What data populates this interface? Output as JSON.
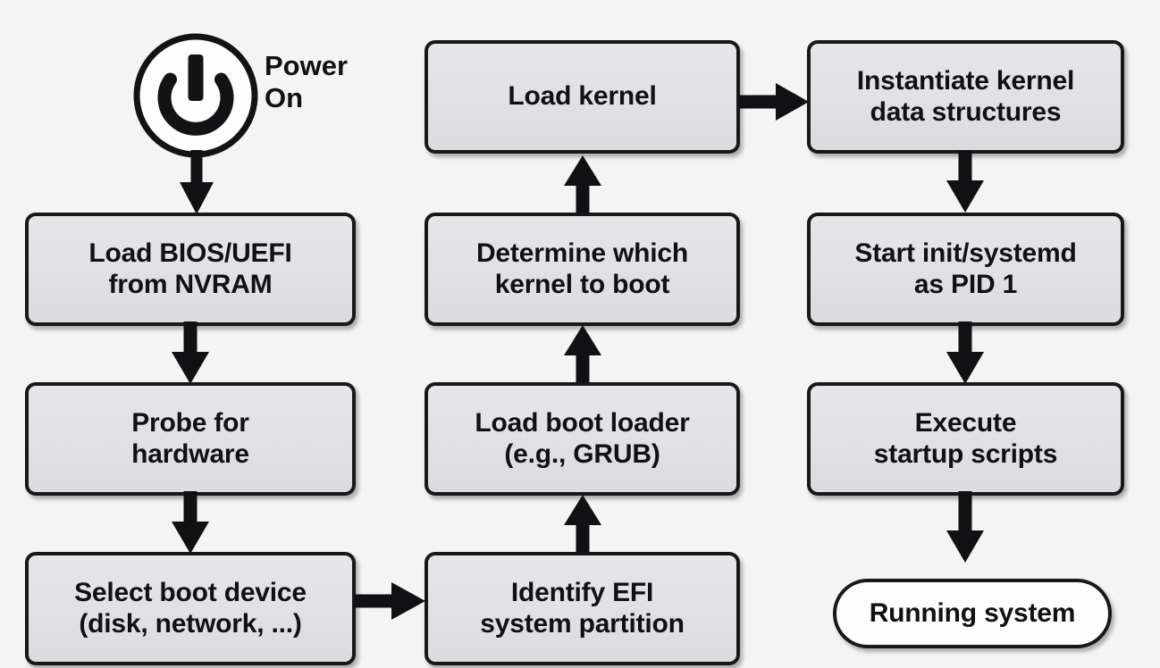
{
  "diagram": {
    "title": "Linux boot process flowchart",
    "background_color": "#f4f4f4",
    "box_fill_color": "#e2e2e4",
    "box_border_color": "#18181a",
    "terminal_fill_color": "#fdfdfd",
    "arrow_color": "#111113"
  },
  "start": {
    "icon": "power-icon",
    "label_line1": "Power",
    "label_line2": "On"
  },
  "columns": [
    {
      "name": "firmware-column",
      "nodes": [
        {
          "id": "load-bios",
          "line1": "Load BIOS/UEFI",
          "line2": "from NVRAM",
          "shape": "process"
        },
        {
          "id": "probe-hardware",
          "line1": "Probe for",
          "line2": "hardware",
          "shape": "process"
        },
        {
          "id": "select-boot-device",
          "line1": "Select boot device",
          "line2": "(disk, network, ...)",
          "shape": "process"
        }
      ]
    },
    {
      "name": "bootloader-column",
      "nodes": [
        {
          "id": "load-kernel",
          "line1": "Load kernel",
          "line2": "",
          "shape": "process"
        },
        {
          "id": "determine-kernel",
          "line1": "Determine which",
          "line2": "kernel to boot",
          "shape": "process"
        },
        {
          "id": "load-boot-loader",
          "line1": "Load boot loader",
          "line2": "(e.g., GRUB)",
          "shape": "process"
        },
        {
          "id": "identify-efi",
          "line1": "Identify EFI",
          "line2": "system partition",
          "shape": "process"
        }
      ]
    },
    {
      "name": "kernel-init-column",
      "nodes": [
        {
          "id": "instantiate-kernel-structures",
          "line1": "Instantiate kernel",
          "line2": "data structures",
          "shape": "process"
        },
        {
          "id": "start-init",
          "line1_pre": "Start ",
          "line1_strong": "init/systemd",
          "line2": "as PID 1",
          "shape": "process"
        },
        {
          "id": "execute-startup-scripts",
          "line1": "Execute",
          "line2": "startup scripts",
          "shape": "process"
        },
        {
          "id": "running-system",
          "line1": "Running system",
          "line2": "",
          "shape": "terminal"
        }
      ]
    }
  ],
  "edges": [
    {
      "from": "power-on",
      "to": "load-bios",
      "direction": "down"
    },
    {
      "from": "load-bios",
      "to": "probe-hardware",
      "direction": "down"
    },
    {
      "from": "probe-hardware",
      "to": "select-boot-device",
      "direction": "down"
    },
    {
      "from": "select-boot-device",
      "to": "identify-efi",
      "direction": "right"
    },
    {
      "from": "identify-efi",
      "to": "load-boot-loader",
      "direction": "up"
    },
    {
      "from": "load-boot-loader",
      "to": "determine-kernel",
      "direction": "up"
    },
    {
      "from": "determine-kernel",
      "to": "load-kernel",
      "direction": "up"
    },
    {
      "from": "load-kernel",
      "to": "instantiate-kernel-structures",
      "direction": "right"
    },
    {
      "from": "instantiate-kernel-structures",
      "to": "start-init",
      "direction": "down"
    },
    {
      "from": "start-init",
      "to": "execute-startup-scripts",
      "direction": "down"
    },
    {
      "from": "execute-startup-scripts",
      "to": "running-system",
      "direction": "down"
    }
  ]
}
